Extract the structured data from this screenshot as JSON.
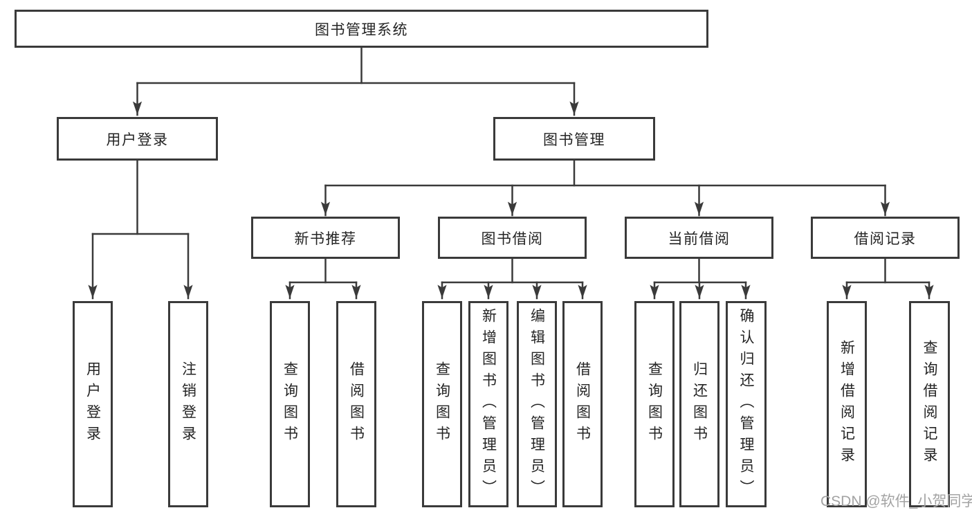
{
  "diagram": {
    "root": {
      "label": "图书管理系统"
    },
    "branches": [
      {
        "label": "用户登录",
        "children": [
          {
            "label": "用户登录"
          },
          {
            "label": "注销登录"
          }
        ]
      },
      {
        "label": "图书管理",
        "children": [
          {
            "label": "新书推荐",
            "children": [
              {
                "label": "查询图书"
              },
              {
                "label": "借阅图书"
              }
            ]
          },
          {
            "label": "图书借阅",
            "children": [
              {
                "label": "查询图书"
              },
              {
                "label": "新增图书（管理员）"
              },
              {
                "label": "编辑图书（管理员）"
              },
              {
                "label": "借阅图书"
              }
            ]
          },
          {
            "label": "当前借阅",
            "children": [
              {
                "label": "查询图书"
              },
              {
                "label": "归还图书"
              },
              {
                "label": "确认归还（管理员）"
              }
            ]
          },
          {
            "label": "借阅记录",
            "children": [
              {
                "label": "新增借阅记录"
              },
              {
                "label": "查询借阅记录"
              }
            ]
          }
        ]
      }
    ]
  },
  "watermark": {
    "text": "CSDN @软件_小贺同学"
  },
  "colors": {
    "line": "#3a3a3a",
    "ink": "#242424",
    "watermark": "#a3a3a3",
    "background": "#ffffff"
  }
}
